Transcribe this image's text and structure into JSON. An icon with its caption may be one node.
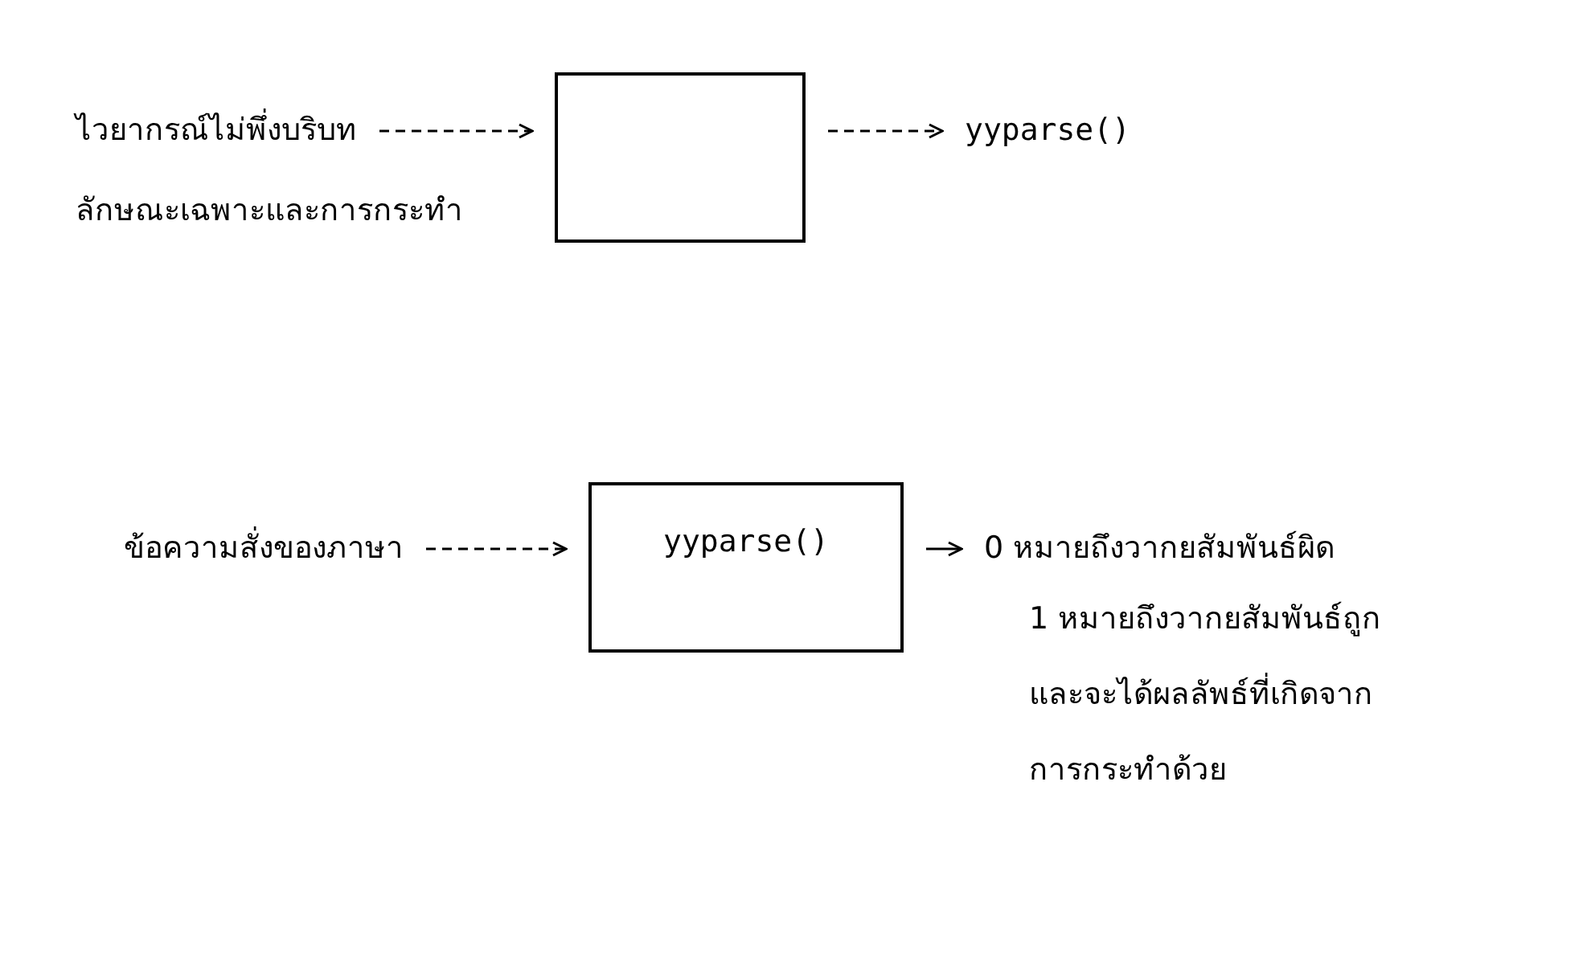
{
  "diagram": {
    "nodes": [
      {
        "text": [
          "ไวยากรณ์ไม่พึ่งบริบท"
        ]
      },
      {
        "text": [
          "ลักษณะเฉพาะและการกระทำ"
        ]
      },
      {
        "text": [],
        "shape": "box"
      },
      {
        "text": [
          "yyparse()"
        ]
      },
      {
        "text": [
          "ข้อความสั่งของภาษา"
        ]
      },
      {
        "text": [
          "yyparse()"
        ]
      },
      {
        "text": [
          "0 หมายถึงวากยสัมพันธ์ผิด"
        ]
      },
      {
        "text": [
          "1 หมายถึงวากยสัมพันธ์ถูกและจะได้ผลลัพธ์ที่เกิดจากการกระทำด้วย"
        ]
      }
    ],
    "edges": [
      {
        "from": 0,
        "to": 2,
        "arrow": "to",
        "style": "dashed"
      },
      {
        "from": 2,
        "to": 3,
        "arrow": "to",
        "style": "dashed"
      },
      {
        "from": 4,
        "to": 5,
        "arrow": "to",
        "style": "dashed"
      },
      {
        "from": 5,
        "to": 6,
        "arrow": "to"
      }
    ]
  }
}
